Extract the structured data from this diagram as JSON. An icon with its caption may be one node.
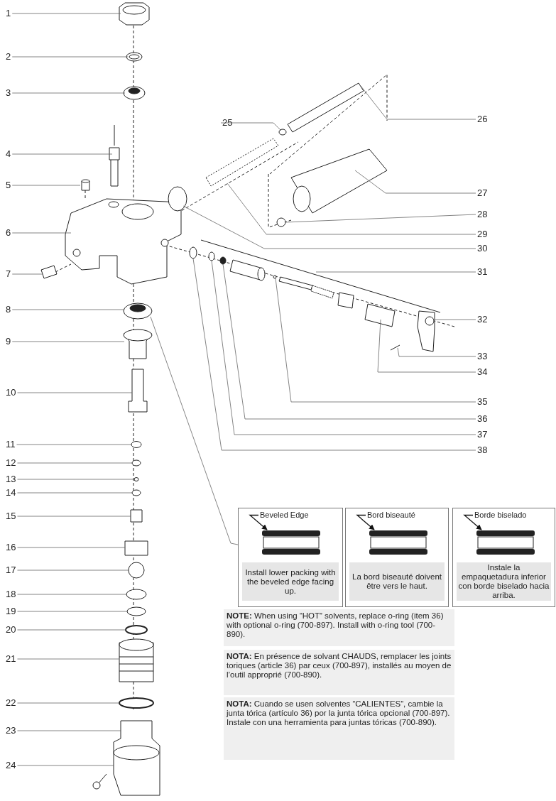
{
  "diagram": {
    "nodes": [
      {
        "text": [
          "1"
        ]
      },
      {
        "text": [
          "2"
        ]
      },
      {
        "text": [
          "3"
        ]
      },
      {
        "text": [
          "4"
        ]
      },
      {
        "text": [
          "5"
        ]
      },
      {
        "text": [
          "6"
        ]
      },
      {
        "text": [
          "7"
        ]
      },
      {
        "text": [
          "8"
        ]
      },
      {
        "text": [
          "9"
        ]
      },
      {
        "text": [
          "10"
        ]
      },
      {
        "text": [
          "11"
        ]
      },
      {
        "text": [
          "12"
        ]
      },
      {
        "text": [
          "13"
        ]
      },
      {
        "text": [
          "14"
        ]
      },
      {
        "text": [
          "15"
        ]
      },
      {
        "text": [
          "16"
        ]
      },
      {
        "text": [
          "17"
        ]
      },
      {
        "text": [
          "18"
        ]
      },
      {
        "text": [
          "19"
        ]
      },
      {
        "text": [
          "20"
        ]
      },
      {
        "text": [
          "21"
        ]
      },
      {
        "text": [
          "22"
        ]
      },
      {
        "text": [
          "23"
        ]
      },
      {
        "text": [
          "24"
        ]
      },
      {
        "text": [
          "25"
        ]
      },
      {
        "text": [
          "26"
        ]
      },
      {
        "text": [
          "27"
        ]
      },
      {
        "text": [
          "28"
        ]
      },
      {
        "text": [
          "29"
        ]
      },
      {
        "text": [
          "30"
        ]
      },
      {
        "text": [
          "31"
        ]
      },
      {
        "text": [
          "32"
        ]
      },
      {
        "text": [
          "33"
        ]
      },
      {
        "text": [
          "34"
        ]
      },
      {
        "text": [
          "35"
        ]
      },
      {
        "text": [
          "36"
        ]
      },
      {
        "text": [
          "37"
        ]
      },
      {
        "text": [
          "38"
        ]
      },
      {
        "text": [
          "Install lower packing with the beveled edge facing up."
        ]
      },
      {
        "text": [
          "La bord biseauté doivent être vers le haut."
        ]
      },
      {
        "text": [
          "Instale la empaquetadura inferior con borde biselado hacia arriba."
        ]
      },
      {
        "text": [
          "Beveled Edge"
        ],
        "in": 38
      },
      {
        "text": [],
        "shape": "picture",
        "in": 38
      },
      {
        "text": [
          "Bord biseauté"
        ],
        "in": 39
      },
      {
        "text": [],
        "shape": "picture",
        "in": 39
      },
      {
        "text": [
          "Borde biselado"
        ],
        "in": 40
      },
      {
        "text": [],
        "shape": "picture",
        "in": 40
      },
      {
        "text": [
          "**NOTE:** When using “HOT” solvents, replace o-ring (item 36) with optional o-ring (700-897).  Install with o-ring tool (700-890)."
        ]
      },
      {
        "text": [
          "**NOTA:** En présence de solvant CHAUDS, remplacer les joints toriques (article 36) par ceux (700-897), installés au moyen de l’outil approprié (700-890)."
        ]
      },
      {
        "text": [
          "**NOTA:** Cuando se usen solventes “CALIENTES”, cambie la junta tórica (artículo 36) por la junta tórica opcional (700-897). Instale con una herramienta para juntas tóricas (700-890)."
        ]
      }
    ],
    "edges": [
      {
        "from": 0,
        "to": null,
        "arrow": "none"
      },
      {
        "from": 1,
        "to": null,
        "arrow": "none"
      },
      {
        "from": 2,
        "to": null,
        "arrow": "none"
      },
      {
        "from": 3,
        "to": null,
        "arrow": "none"
      },
      {
        "from": 4,
        "to": null,
        "arrow": "none"
      },
      {
        "from": 5,
        "to": null,
        "arrow": "none"
      },
      {
        "from": 6,
        "to": null,
        "arrow": "none"
      },
      {
        "from": 7,
        "to": null,
        "arrow": "none"
      },
      {
        "from": 8,
        "to": null,
        "arrow": "none"
      },
      {
        "from": 9,
        "to": null,
        "arrow": "none"
      },
      {
        "from": 10,
        "to": null,
        "arrow": "none"
      },
      {
        "from": 11,
        "to": null,
        "arrow": "none"
      },
      {
        "from": 12,
        "to": null,
        "arrow": "none"
      },
      {
        "from": 13,
        "to": null,
        "arrow": "none"
      },
      {
        "from": 14,
        "to": null,
        "arrow": "none"
      },
      {
        "from": 15,
        "to": null,
        "arrow": "none"
      },
      {
        "from": 16,
        "to": null,
        "arrow": "none"
      },
      {
        "from": 17,
        "to": null,
        "arrow": "none"
      },
      {
        "from": 18,
        "to": null,
        "arrow": "none"
      },
      {
        "from": 19,
        "to": null,
        "arrow": "none"
      },
      {
        "from": 20,
        "to": null,
        "arrow": "none"
      },
      {
        "from": 21,
        "to": null,
        "arrow": "none"
      },
      {
        "from": 22,
        "to": null,
        "arrow": "none"
      },
      {
        "from": 23,
        "to": null,
        "arrow": "none"
      },
      {
        "from": 24,
        "to": null,
        "arrow": "none"
      },
      {
        "from": 25,
        "to": null,
        "arrow": "none"
      },
      {
        "from": 26,
        "to": null,
        "arrow": "none"
      },
      {
        "from": 27,
        "to": null,
        "arrow": "none"
      },
      {
        "from": 28,
        "to": null,
        "arrow": "none"
      },
      {
        "from": 29,
        "to": null,
        "arrow": "none"
      },
      {
        "from": 30,
        "to": null,
        "arrow": "none"
      },
      {
        "from": 31,
        "to": null,
        "arrow": "none"
      },
      {
        "from": 32,
        "to": null,
        "arrow": "none"
      },
      {
        "from": 33,
        "to": null,
        "arrow": "none"
      },
      {
        "from": 34,
        "to": null,
        "arrow": "none"
      },
      {
        "from": 35,
        "to": null,
        "arrow": "none"
      },
      {
        "from": 36,
        "to": null,
        "arrow": "none"
      },
      {
        "from": 37,
        "to": null,
        "arrow": "none"
      },
      {
        "from": 38,
        "to": null,
        "arrow": "none"
      },
      {
        "from": 41,
        "to": 42,
        "arrow": "to"
      },
      {
        "from": 43,
        "to": 44,
        "arrow": "to"
      },
      {
        "from": 45,
        "to": 46,
        "arrow": "to"
      }
    ]
  }
}
